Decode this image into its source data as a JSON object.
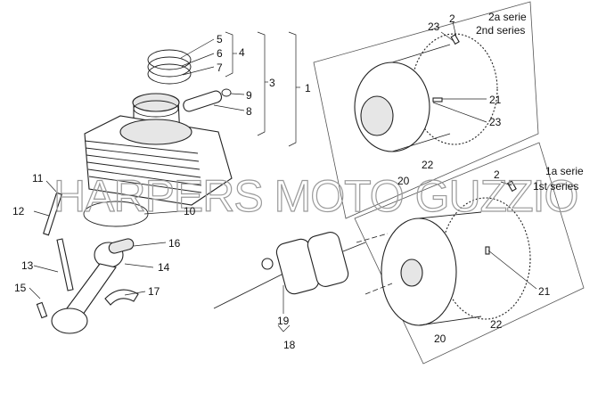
{
  "diagram": {
    "callouts": {
      "p1": "1",
      "p2a": "2",
      "p2b": "2",
      "p3": "3",
      "p4": "4",
      "p5": "5",
      "p6": "6",
      "p7": "7",
      "p8": "8",
      "p9": "9",
      "p10": "10",
      "p11": "11",
      "p12": "12",
      "p13": "13",
      "p14": "14",
      "p15": "15",
      "p16": "16",
      "p17": "17",
      "p18": "18",
      "p19": "19",
      "p20a": "20",
      "p20b": "20",
      "p21a": "21",
      "p21b": "21",
      "p22a": "22",
      "p22b": "22",
      "p23a": "23",
      "p23b": "23"
    },
    "series_2": {
      "line1": "2a serie",
      "line2": "2nd series"
    },
    "series_1": {
      "line1": "1a serie",
      "line2": "1st series"
    },
    "watermark": "HARPERS MOTO GUZZIO"
  }
}
